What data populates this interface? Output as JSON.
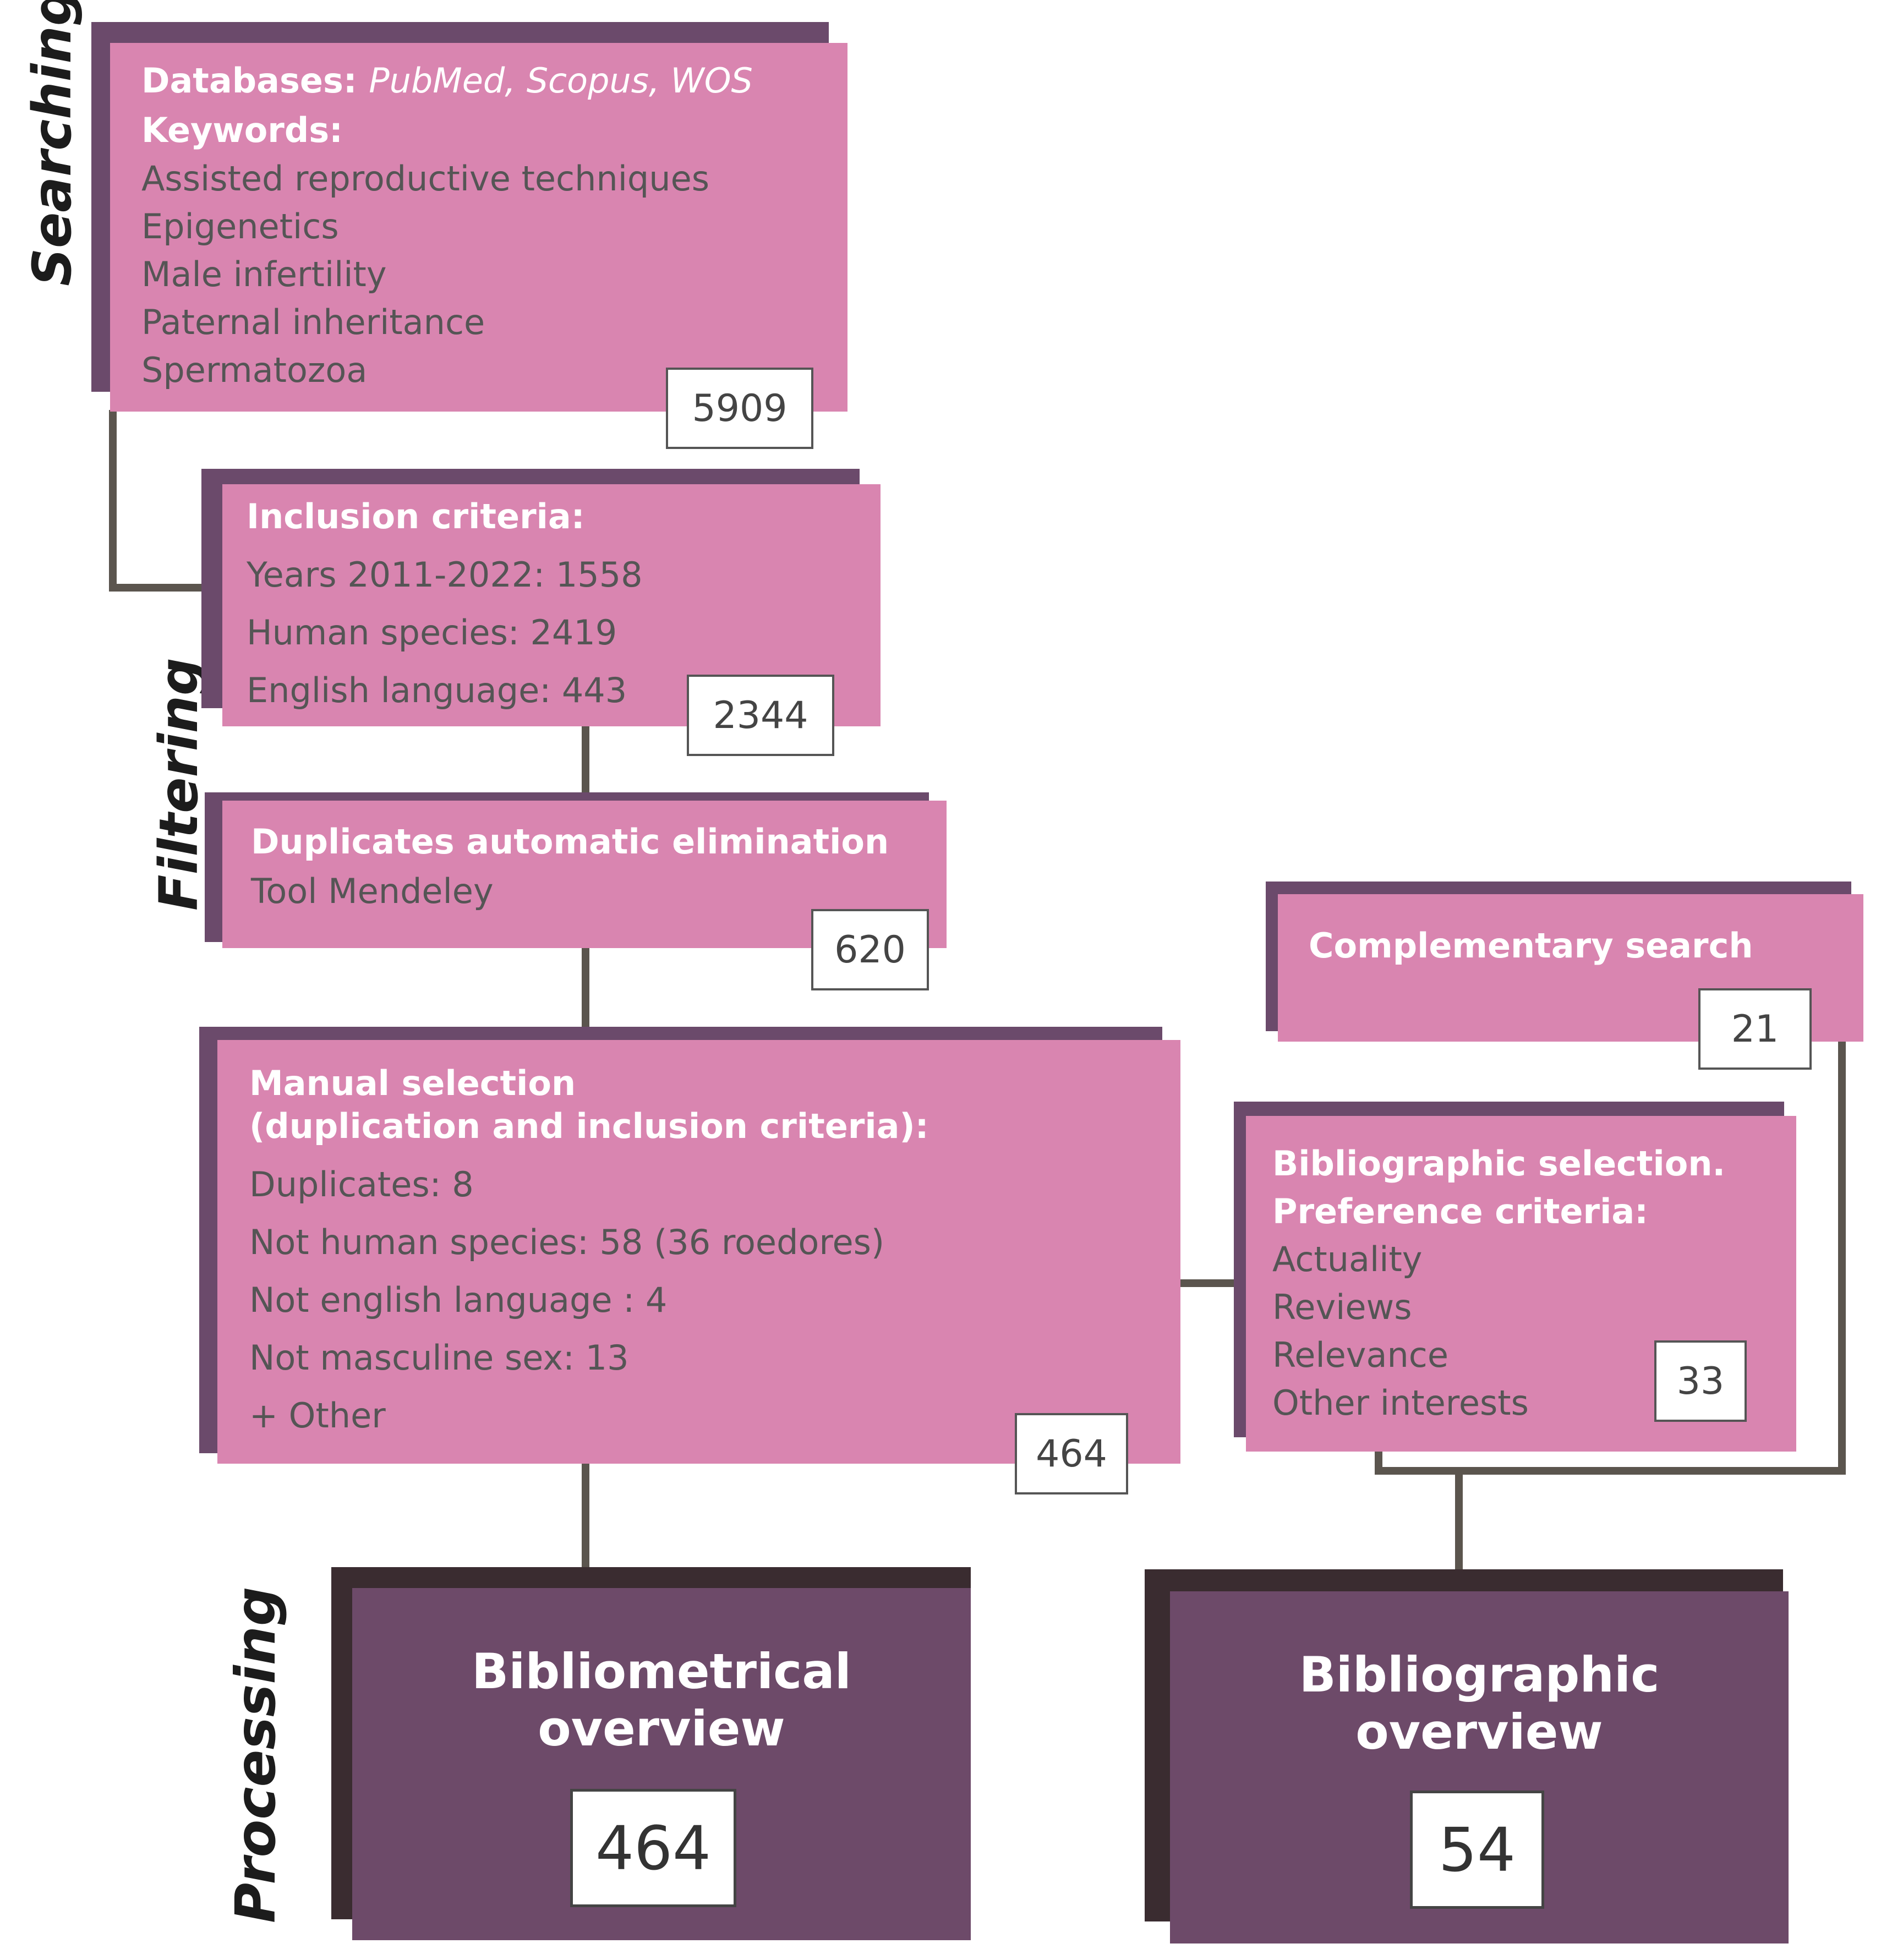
{
  "stages": {
    "searching": "Searching",
    "filtering": "Filtering",
    "processing": "Processing"
  },
  "search": {
    "databases_label": "Databases:",
    "databases_value": "PubMed, Scopus, WOS",
    "keywords_label": "Keywords:",
    "keywords": [
      "Assisted reproductive techniques",
      "Epigenetics",
      "Male infertility",
      "Paternal inheritance",
      "Spermatozoa"
    ],
    "count": "5909"
  },
  "inclusion": {
    "title": "Inclusion criteria:",
    "items": [
      "Years 2011-2022: 1558",
      "Human species: 2419",
      "English language: 443"
    ],
    "count": "2344"
  },
  "duplicates": {
    "title": "Duplicates automatic elimination",
    "tool": "Tool Mendeley",
    "count": "620"
  },
  "manual": {
    "title_line1": "Manual selection",
    "title_line2": "(duplication and inclusion criteria):",
    "items": [
      "Duplicates: 8",
      "Not human species: 58 (36 roedores)",
      "Not english language : 4",
      "Not masculine sex: 13",
      "+ Other"
    ],
    "count": "464"
  },
  "complementary": {
    "title": "Complementary search",
    "count": "21"
  },
  "bibliographic_selection": {
    "title_line1": "Bibliographic selection.",
    "title_line2": "Preference criteria:",
    "items": [
      "Actuality",
      "Reviews",
      "Relevance",
      "Other interests"
    ],
    "count": "33"
  },
  "bibliometrical_overview": {
    "line1": "Bibliometrical",
    "line2": "overview",
    "count": "464"
  },
  "bibliographic_overview": {
    "line1": "Bibliographic",
    "line2": "overview",
    "count": "54"
  },
  "colors": {
    "box_pink": "#d985b0",
    "box_shadow": "#6b4a6b",
    "box_purple": "#6d4a69",
    "connector": "#5b554e"
  }
}
